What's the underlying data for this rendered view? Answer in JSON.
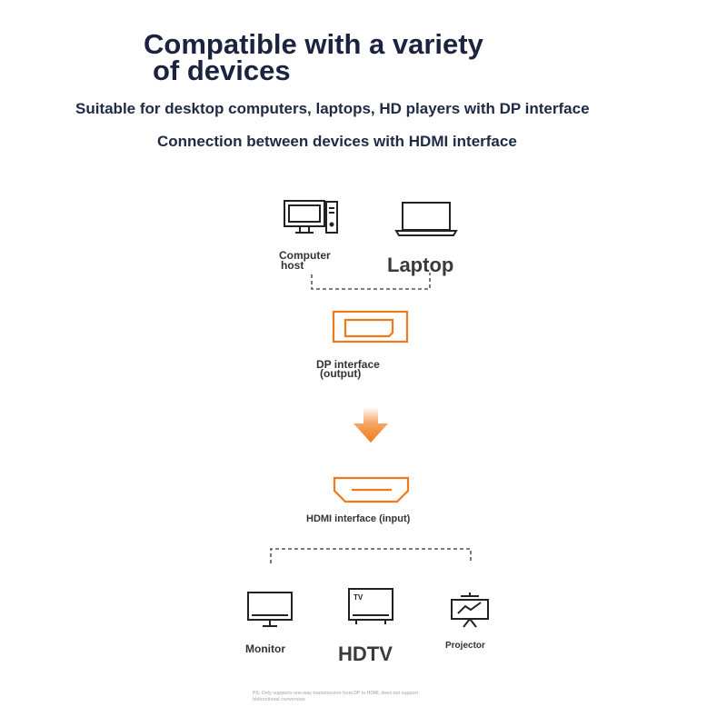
{
  "title": {
    "line1": "Compatible with a variety",
    "line2": "of devices"
  },
  "subtitles": [
    "Suitable for desktop computers, laptops, HD players with DP interface",
    "Connection between devices with HDMI interface"
  ],
  "sources": [
    {
      "label_line1": "Computer",
      "label_line2": "host",
      "icon": "desktop-computer-icon"
    },
    {
      "label": "Laptop",
      "icon": "laptop-icon"
    }
  ],
  "dp": {
    "line1": "DP interface",
    "line2": "(output)",
    "icon": "displayport-icon"
  },
  "arrow": {
    "icon": "down-arrow-icon"
  },
  "hdmi": {
    "label": "HDMI interface (input)",
    "icon": "hdmi-port-icon"
  },
  "targets": [
    {
      "label": "Monitor",
      "icon": "monitor-icon"
    },
    {
      "label": "HDTV",
      "icon": "tv-icon",
      "screen_text": "TV"
    },
    {
      "label": "Projector",
      "icon": "projector-screen-icon"
    }
  ],
  "note": "PS: Only supports one-way transmission from DP to HDMI, does not support bidirectional conversion",
  "colors": {
    "accent": "#f07a1a",
    "title": "#1c2340",
    "icon": "#222222"
  }
}
